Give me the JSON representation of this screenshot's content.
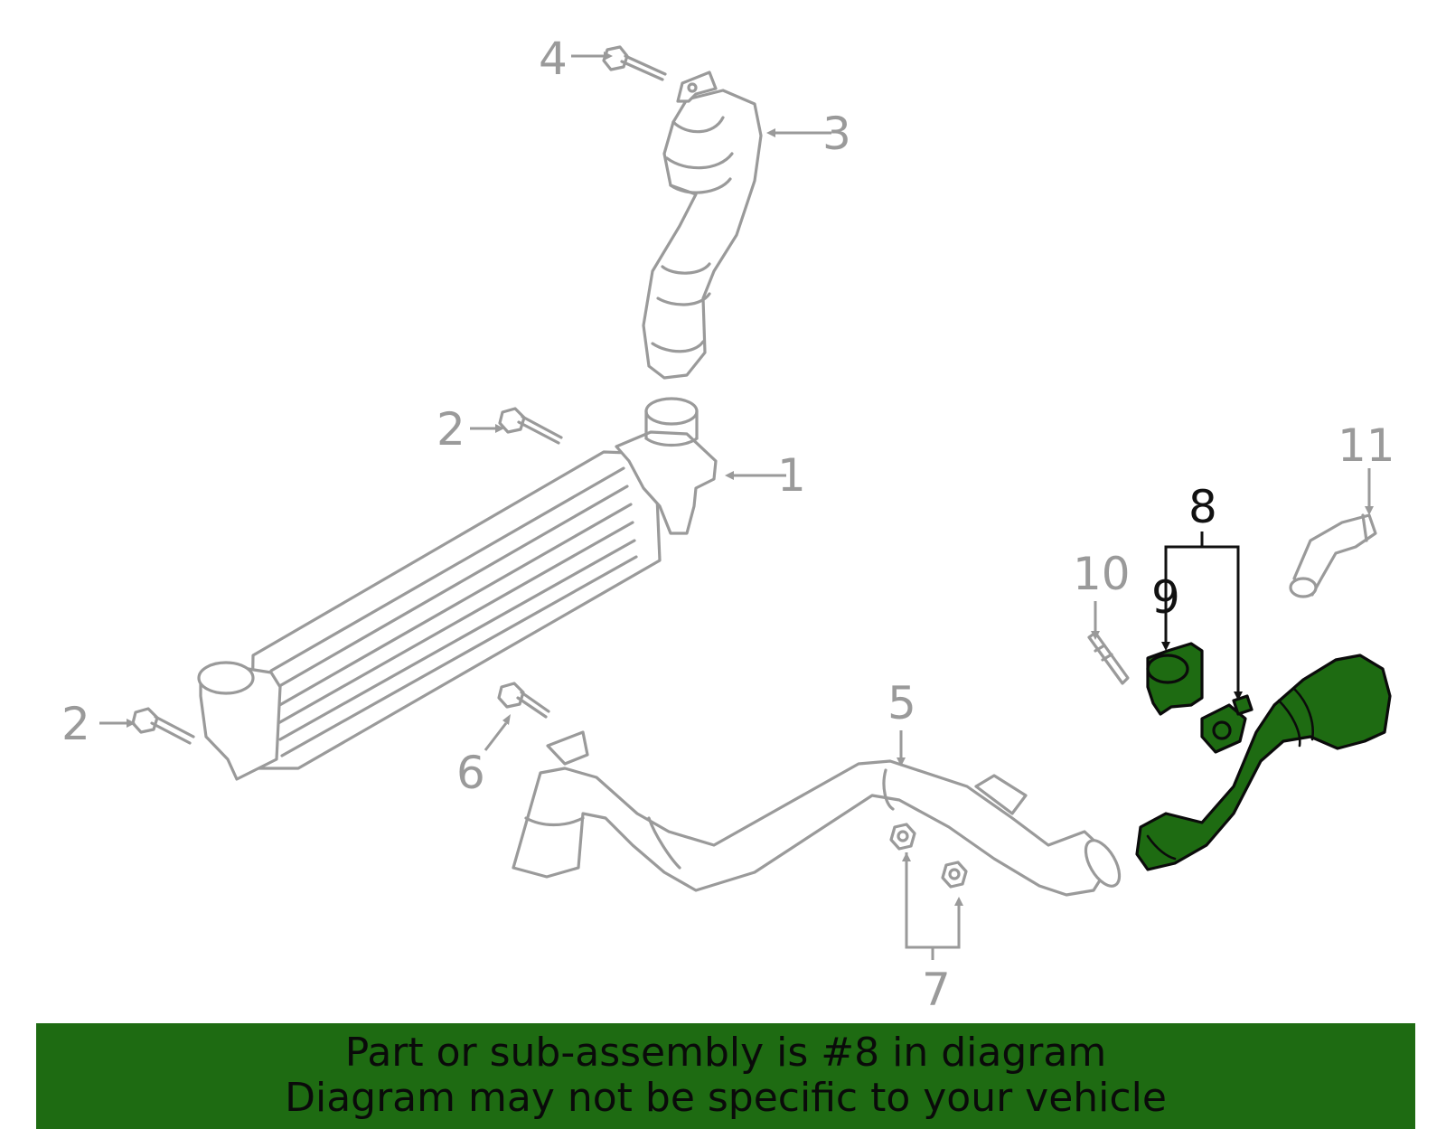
{
  "diagram": {
    "callouts": {
      "c1": "1",
      "c2a": "2",
      "c2b": "2",
      "c3": "3",
      "c4": "4",
      "c5": "5",
      "c6": "6",
      "c7": "7",
      "c8": "8",
      "c9": "9",
      "c10": "10",
      "c11": "11"
    },
    "highlighted_part": "8",
    "colors": {
      "highlight": "#1e6b12",
      "line_gray": "#9a9a9a",
      "banner_bg": "#1e6b12"
    }
  },
  "banner": {
    "line1": "Part or sub-assembly is #8 in diagram",
    "line2": "Diagram may not be specific to your vehicle"
  }
}
